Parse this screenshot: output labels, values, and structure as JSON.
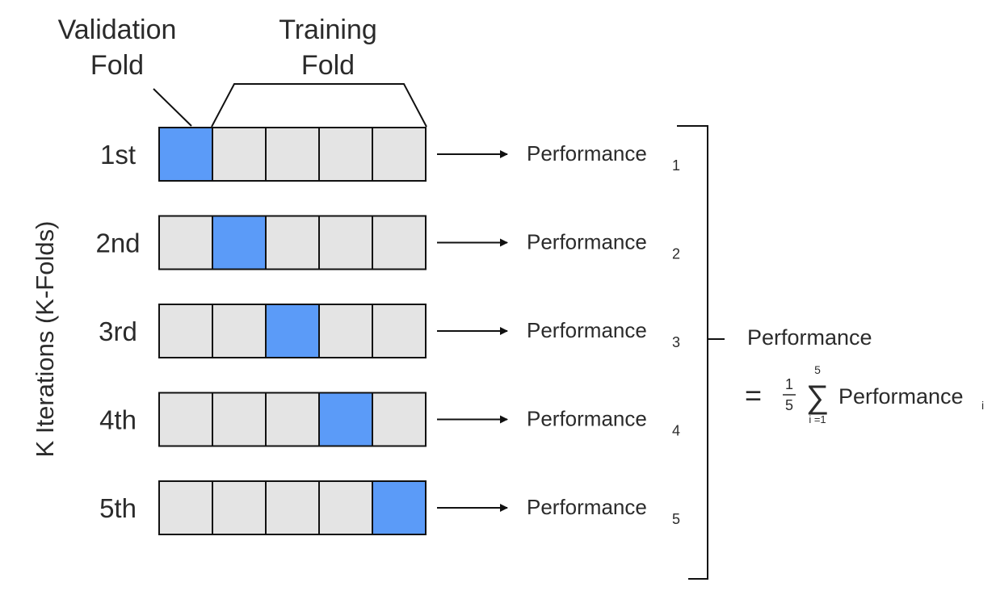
{
  "header": {
    "validation_label_line1": "Validation",
    "validation_label_line2": "Fold",
    "training_label_line1": "Training",
    "training_label_line2": "Fold"
  },
  "axis_label": "K Iterations (K-Folds)",
  "folds_per_iteration": 5,
  "iterations": [
    {
      "label": "1st",
      "validation_fold": 1,
      "performance_label": "Performance",
      "subscript": "1"
    },
    {
      "label": "2nd",
      "validation_fold": 2,
      "performance_label": "Performance",
      "subscript": "2"
    },
    {
      "label": "3rd",
      "validation_fold": 3,
      "performance_label": "Performance",
      "subscript": "3"
    },
    {
      "label": "4th",
      "validation_fold": 4,
      "performance_label": "Performance",
      "subscript": "4"
    },
    {
      "label": "5th",
      "validation_fold": 5,
      "performance_label": "Performance",
      "subscript": "5"
    }
  ],
  "summary": {
    "title": "Performance",
    "equals": "=",
    "fraction_numerator": "1",
    "fraction_denominator": "5",
    "sum_symbol": "∑",
    "sum_upper": "5",
    "sum_lower": "i =1",
    "term": "Performance",
    "term_subscript": "i"
  },
  "colors": {
    "validation_fold": "#5b9bf8",
    "training_fold": "#e4e4e4",
    "stroke": "#111111",
    "text": "#2b2b2b"
  }
}
